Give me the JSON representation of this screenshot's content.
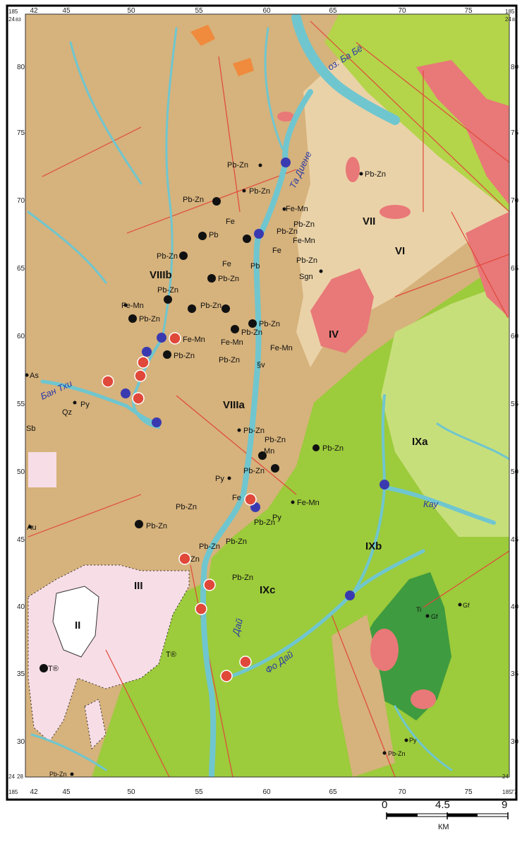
{
  "map": {
    "corner_labels": {
      "top_left": [
        "185",
        "24",
        "83"
      ],
      "top_right": [
        "185",
        "24",
        "83"
      ],
      "bottom_left": [
        "185",
        "24",
        "28"
      ],
      "bottom_right": [
        "185",
        "24",
        "77"
      ]
    },
    "x_ticks_top": [
      "42",
      "45",
      "50",
      "55",
      "60",
      "65",
      "70",
      "75"
    ],
    "x_ticks_bottom": [
      "42",
      "45",
      "50",
      "55",
      "60",
      "65",
      "70",
      "75"
    ],
    "y_ticks_left": [
      "80",
      "75",
      "70",
      "65",
      "60",
      "55",
      "50",
      "45",
      "40",
      "35",
      "30"
    ],
    "y_ticks_right": [
      "80",
      "75",
      "70",
      "65",
      "60",
      "55",
      "50",
      "45",
      "40",
      "35",
      "30"
    ],
    "zones": [
      "VII",
      "VI",
      "IV",
      "VIIIb",
      "VIIIa",
      "IXa",
      "IXb",
      "IXc",
      "III",
      "II"
    ],
    "rivers": [
      "оз. Ба Бё",
      "Та Диене",
      "Бан Тхи",
      "Кау",
      "Дай",
      "Фо Дай"
    ],
    "deposit_labels": [
      "Pb-Zn",
      "Pb-Zn",
      "Pb-Zn",
      "Fe-Mn",
      "Pb-Zn",
      "Pb-Zn",
      "Fe",
      "Pb-Zn",
      "Fe-Mn",
      "Pb",
      "Pb-Zn",
      "Fe",
      "Pb",
      "Fe",
      "Pb-Zn",
      "Sgn",
      "Pb-Zn",
      "Pb-Zn",
      "Fe-Mn",
      "Pb-Zn",
      "Pb-Zn",
      "Pb-Zn",
      "Fe-Mn",
      "Pb-Zn",
      "Pb-Zn",
      "Fe-Mn",
      "Fe-Mn",
      "Pb-Zn",
      "§v",
      "As",
      "Py",
      "Qz",
      "Sb",
      "Pb-Zn",
      "Pb-Zn",
      "Mn",
      "Pb-Zn",
      "Pb-Zn",
      "Py",
      "Fe",
      "Fe-Mn",
      "Py",
      "Pb-Zn",
      "Pb-Zn",
      "Pb-Zn",
      "Au",
      "Pb-Zn",
      "Pb-Zn",
      "Zn",
      "Pb-Zn",
      "Ti",
      "Gf",
      "Gf",
      "T®",
      "T®",
      "Py",
      "Pb-Zn",
      "Pb-Zn"
    ],
    "scale_bar": {
      "labels": [
        "0",
        "4.5",
        "9"
      ],
      "unit": "КМ"
    },
    "colors": {
      "tan": "#d6b27c",
      "light_tan": "#ead2a8",
      "green": "#9ccb3b",
      "light_green": "#c7df7a",
      "dark_green": "#3e9b3f",
      "pink": "#e97878",
      "orange": "#f08a3c",
      "river": "#6fc6cf",
      "fault": "#e0483a",
      "pale_pink": "#f7dde6",
      "dark_dot": "#111111",
      "blue_dot": "#3a3ab0"
    }
  }
}
